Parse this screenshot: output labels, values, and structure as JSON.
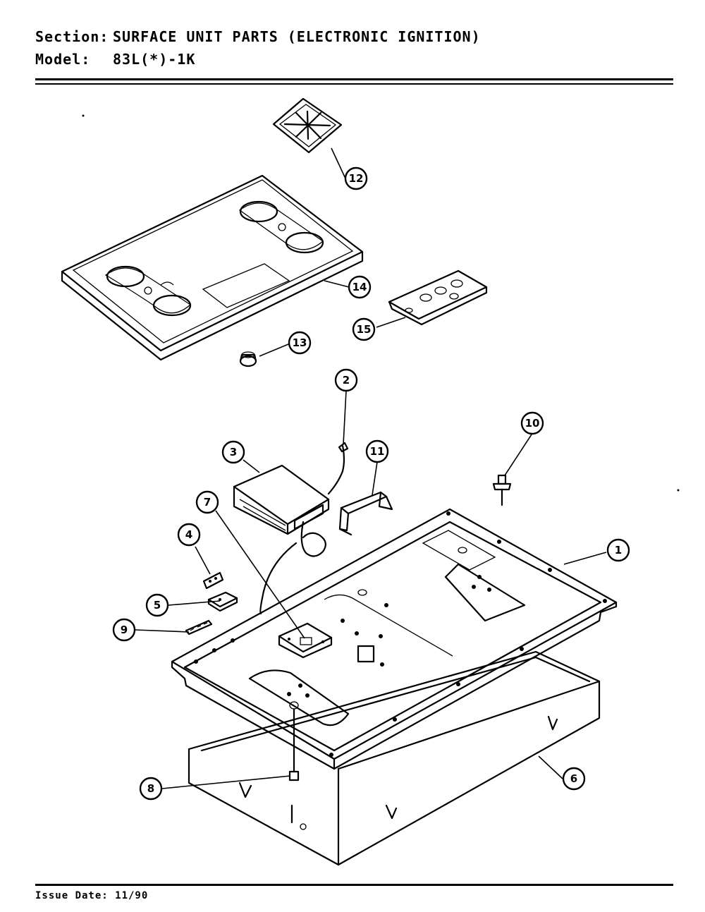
{
  "header": {
    "section_label": "Section:",
    "section_value": "SURFACE UNIT PARTS (ELECTRONIC IGNITION)",
    "model_label": "Model:",
    "model_value": "83L(*)-1K"
  },
  "footer": {
    "issue_date": "Issue Date: 11/90"
  },
  "callouts": [
    "1",
    "2",
    "3",
    "4",
    "5",
    "6",
    "7",
    "8",
    "9",
    "10",
    "11",
    "12",
    "13",
    "14",
    "15"
  ]
}
